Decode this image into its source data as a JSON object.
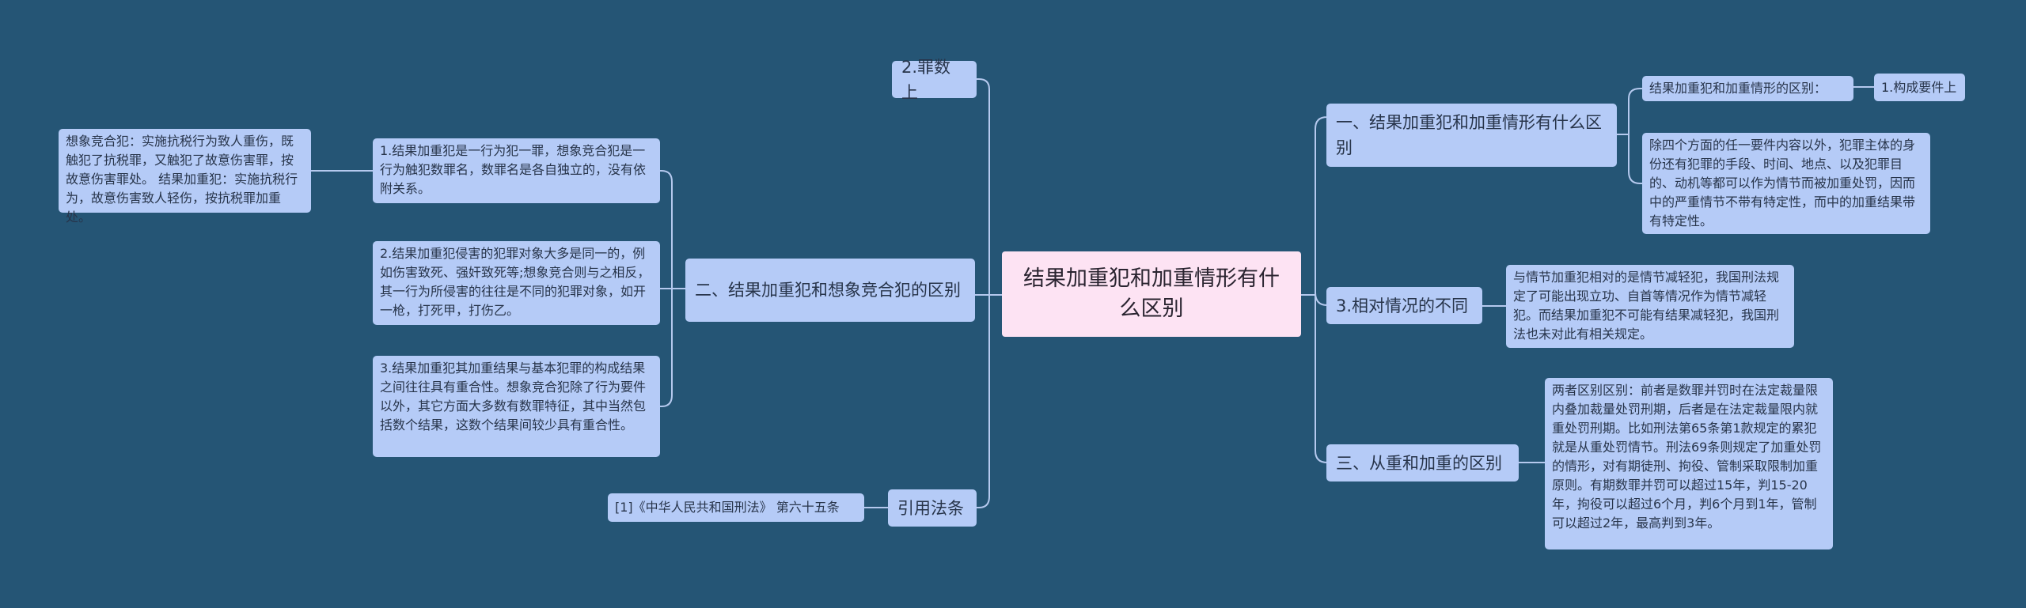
{
  "root": {
    "title": "结果加重犯和加重情形有什么区别"
  },
  "right": {
    "branch1": {
      "title": "一、结果加重犯和加重情形有什么区别",
      "sub_label": "结果加重犯和加重情形的区别：",
      "sub_child": "1.构成要件上",
      "detail": "除四个方面的任一要件内容以外，犯罪主体的身份还有犯罪的手段、时间、地点、以及犯罪目的、动机等都可以作为情节而被加重处罚，因而中的严重情节不带有特定性，而中的加重结果带有特定性。"
    },
    "branch2": {
      "title": "3.相对情况的不同",
      "detail": "与情节加重犯相对的是情节减轻犯，我国刑法规定了可能出现立功、自首等情况作为情节减轻犯。而结果加重犯不可能有结果减轻犯，我国刑法也未对此有相关规定。"
    },
    "branch3": {
      "title": "三、从重和加重的区别",
      "detail": "两者区别区别：前者是数罪并罚时在法定裁量限内叠加裁量处罚刑期，后者是在法定裁量限内就重处罚刑期。比如刑法第65条第1款规定的累犯就是从重处罚情节。刑法69条则规定了加重处罚的情形，对有期徒刑、拘役、管制采取限制加重原则。有期数罪并罚可以超过15年，判15-20年，拘役可以超过6个月，判6个月到1年，管制可以超过2年，最高判到3年。"
    }
  },
  "left": {
    "branch1": {
      "title": "2.罪数上"
    },
    "branch2": {
      "title": "二、结果加重犯和想象竞合犯的区别",
      "item1": "1.结果加重犯是一行为犯一罪，想象竞合犯是一行为触犯数罪名，数罪名是各自独立的，没有依附关系。",
      "item1_note": "想象竞合犯：实施抗税行为致人重伤，既触犯了抗税罪，又触犯了故意伤害罪，按故意伤害罪处。 结果加重犯：实施抗税行为，故意伤害致人轻伤，按抗税罪加重处。",
      "item2": "2.结果加重犯侵害的犯罪对象大多是同一的，例如伤害致死、强奸致死等;想象竞合则与之相反，其一行为所侵害的往往是不同的犯罪对象，如开一枪，打死甲，打伤乙。",
      "item3": "3.结果加重犯其加重结果与基本犯罪的构成结果之间往往具有重合性。想象竞合犯除了行为要件以外，其它方面大多数有数罪特征，其中当然包括数个结果，这数个结果间较少具有重合性。"
    },
    "branch3": {
      "title": "引用法条",
      "ref": "[1]《中华人民共和国刑法》 第六十五条"
    }
  }
}
